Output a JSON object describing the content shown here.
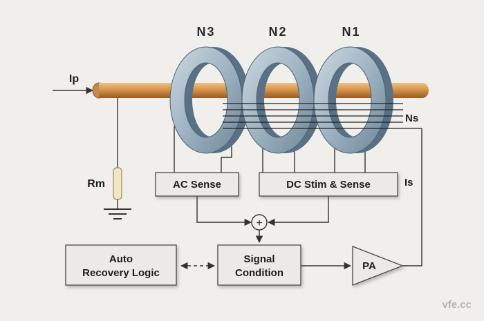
{
  "diagram": {
    "coil_labels": {
      "n3": "N3",
      "n2": "N2",
      "n1": "N1"
    },
    "signal_labels": {
      "ip": "Ip",
      "ns": "Ns",
      "is": "Is",
      "rm": "Rm"
    },
    "blocks": {
      "ac_sense": "AC Sense",
      "dc_stim_sense": "DC Stim & Sense",
      "auto_recovery": {
        "line1": "Auto",
        "line2": "Recovery Logic"
      },
      "signal_condition": {
        "line1": "Signal",
        "line2": "Condition"
      },
      "pa": "PA"
    },
    "summing_junction": "+",
    "watermark": "vfe.cc",
    "colors": {
      "background": "#f0efec",
      "conductor_copper": "#d99a52",
      "core_steel": "#9fb3c2",
      "core_steel_dark": "#5a7084",
      "block_fill": "#eceae7",
      "line": "#333333"
    }
  }
}
